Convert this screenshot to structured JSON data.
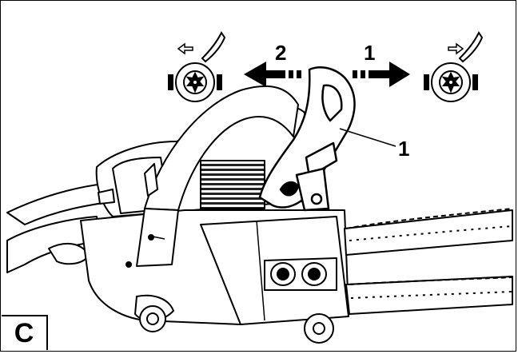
{
  "figure": {
    "panel_letter": "C",
    "labels": {
      "arrow_left_number": "2",
      "arrow_right_number": "1",
      "callout_number": "1"
    }
  }
}
